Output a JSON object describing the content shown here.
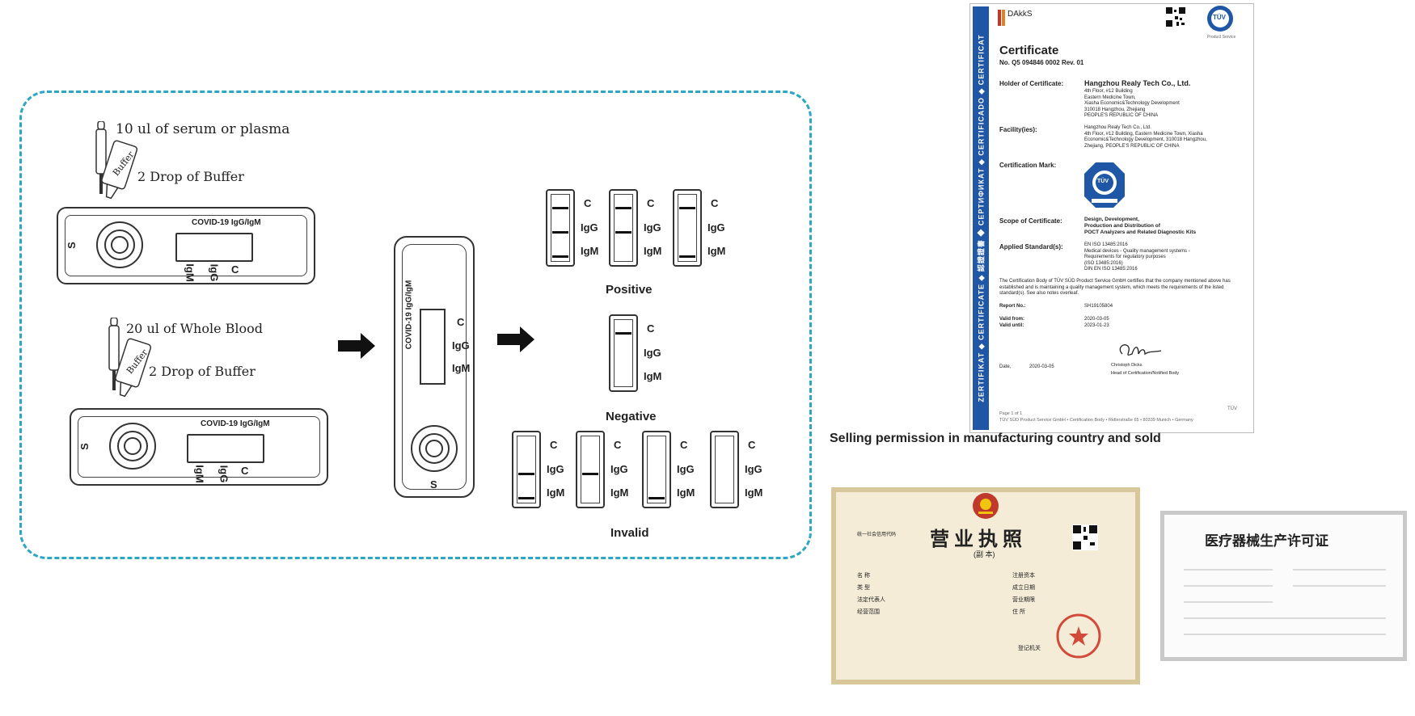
{
  "procedure": {
    "serum_step": "10 ul of serum or plasma",
    "buffer_step_1": "2 Drop of Buffer",
    "blood_step": "20 ul of Whole Blood",
    "buffer_step_2": "2 Drop of Buffer",
    "dropper_label": "Buffer",
    "cassette_label": "COVID-19 IgG/IgM",
    "sample_mark": "S",
    "band_c": "C",
    "band_igg": "IgG",
    "band_igm": "IgM"
  },
  "results": {
    "positive": "Positive",
    "negative": "Negative",
    "invalid": "Invalid"
  },
  "section_heading": "Selling permission in manufacturing country and sold",
  "certificate": {
    "band_text": "ZERTIFIKAT ◆ CERTIFICATE ◆ 認證證書 ◆ СЕРТИФИКАТ ◆ CERTIFICADO ◆ CERTIFICAT",
    "dakks": "DAkkS",
    "tuv": "TÜV",
    "tuv_sub": "Product Service",
    "title": "Certificate",
    "number": "No. Q5 094846 0002 Rev. 01",
    "holder_label": "Holder of Certificate:",
    "holder_name": "Hangzhou Realy Tech Co., Ltd.",
    "holder_addr": [
      "4th Floor, #12 Building",
      "Eastern Medicine Town,",
      "Xiasha Economic&Technology Development",
      "310018 Hangzhou, Zhejiang",
      "PEOPLE'S REPUBLIC OF CHINA"
    ],
    "facility_label": "Facility(ies):",
    "facility": [
      "Hangzhou Realy Tech Co., Ltd.",
      "4th Floor, #12 Building, Eastern Medicine Town, Xiasha",
      "Economic&Technology Development, 310018 Hangzhou,",
      "Zhejiang, PEOPLE'S REPUBLIC OF CHINA"
    ],
    "mark_label": "Certification Mark:",
    "scope_label": "Scope of Certificate:",
    "scope": [
      "Design, Development,",
      "Production and Distribution of",
      "POCT Analyzers and Related Diagnostic Kits"
    ],
    "standard_label": "Applied Standard(s):",
    "standards": [
      "EN ISO 13485:2016",
      "Medical devices - Quality management systems -",
      "Requirements for regulatory purposes",
      "(ISO 13485:2016)",
      "DIN EN ISO 13485:2016"
    ],
    "statement": "The Certification Body of TÜV SÜD Product Service GmbH certifies that the company mentioned above has established and is maintaining a quality management system, which meets the requirements of the listed standard(s). See also notes overleaf.",
    "report_label": "Report No.:",
    "report_no": "SH19105804",
    "valid_from_label": "Valid from:",
    "valid_from": "2020-03-05",
    "valid_until_label": "Valid until:",
    "valid_until": "2023-01-23",
    "date_label": "Date,",
    "date": "2020-03-05",
    "signer": "Christoph Dicks",
    "signer_title": "Head of Certification/Notified Body",
    "page": "Page 1 of 1",
    "footer": "TÜV SÜD Product Service GmbH • Certification Body • Ridlerstraße 65 • 80339 Munich • Germany"
  },
  "license": {
    "title": "营业执照",
    "subtitle": "(副 本)",
    "credit_code_label": "统一社会信用代码",
    "fields": [
      "名 称",
      "类 型",
      "法定代表人",
      "经营范围"
    ],
    "right_fields": [
      "注册资本",
      "成立日期",
      "营业期限",
      "住 所"
    ],
    "authority": "登记机关"
  },
  "permit": {
    "title": "医疗器械生产许可证"
  }
}
